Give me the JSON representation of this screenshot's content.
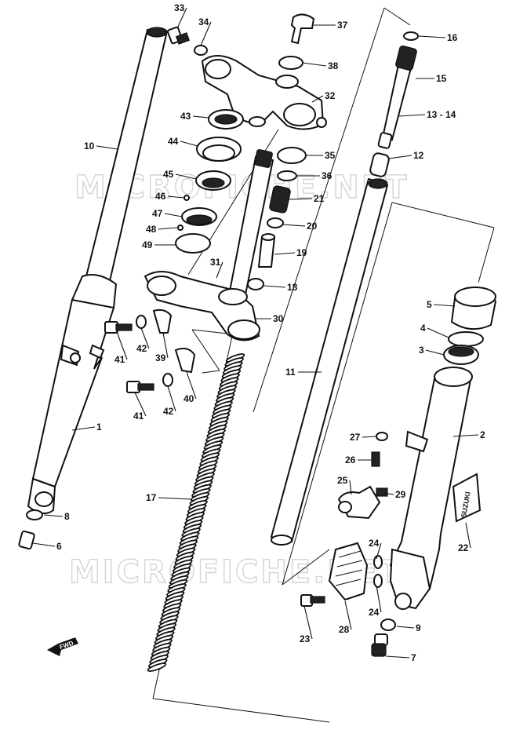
{
  "watermark": "MICROFICHE.NET",
  "fwd_marker": "FWD",
  "emblem_text": "SUZUKI",
  "callouts": [
    {
      "id": "c33",
      "label": "33"
    },
    {
      "id": "c34",
      "label": "34"
    },
    {
      "id": "c37",
      "label": "37"
    },
    {
      "id": "c16",
      "label": "16"
    },
    {
      "id": "c38",
      "label": "38"
    },
    {
      "id": "c15",
      "label": "15"
    },
    {
      "id": "c32",
      "label": "32"
    },
    {
      "id": "c43",
      "label": "43"
    },
    {
      "id": "c13",
      "label": "13 - 14"
    },
    {
      "id": "c10",
      "label": "10"
    },
    {
      "id": "c44",
      "label": "44"
    },
    {
      "id": "c35",
      "label": "35"
    },
    {
      "id": "c12",
      "label": "12"
    },
    {
      "id": "c45",
      "label": "45"
    },
    {
      "id": "c36",
      "label": "36"
    },
    {
      "id": "c46",
      "label": "46"
    },
    {
      "id": "c21",
      "label": "21"
    },
    {
      "id": "c47",
      "label": "47"
    },
    {
      "id": "c20",
      "label": "20"
    },
    {
      "id": "c48",
      "label": "48"
    },
    {
      "id": "c49",
      "label": "49"
    },
    {
      "id": "c19",
      "label": "19"
    },
    {
      "id": "c31",
      "label": "31"
    },
    {
      "id": "c18",
      "label": "18"
    },
    {
      "id": "c5",
      "label": "5"
    },
    {
      "id": "c30",
      "label": "30"
    },
    {
      "id": "c4",
      "label": "4"
    },
    {
      "id": "c41a",
      "label": "41"
    },
    {
      "id": "c42a",
      "label": "42"
    },
    {
      "id": "c39",
      "label": "39"
    },
    {
      "id": "c3",
      "label": "3"
    },
    {
      "id": "c11",
      "label": "11"
    },
    {
      "id": "c41b",
      "label": "41"
    },
    {
      "id": "c42b",
      "label": "42"
    },
    {
      "id": "c40",
      "label": "40"
    },
    {
      "id": "c1",
      "label": "1"
    },
    {
      "id": "c2",
      "label": "2"
    },
    {
      "id": "c27",
      "label": "27"
    },
    {
      "id": "c26",
      "label": "26"
    },
    {
      "id": "c25",
      "label": "25"
    },
    {
      "id": "c29",
      "label": "29"
    },
    {
      "id": "c17",
      "label": "17"
    },
    {
      "id": "c8",
      "label": "8"
    },
    {
      "id": "c22",
      "label": "22"
    },
    {
      "id": "c6",
      "label": "6"
    },
    {
      "id": "c24a",
      "label": "24"
    },
    {
      "id": "c24b",
      "label": "24"
    },
    {
      "id": "c23",
      "label": "23"
    },
    {
      "id": "c28",
      "label": "28"
    },
    {
      "id": "c9",
      "label": "9"
    },
    {
      "id": "c7",
      "label": "7"
    }
  ]
}
